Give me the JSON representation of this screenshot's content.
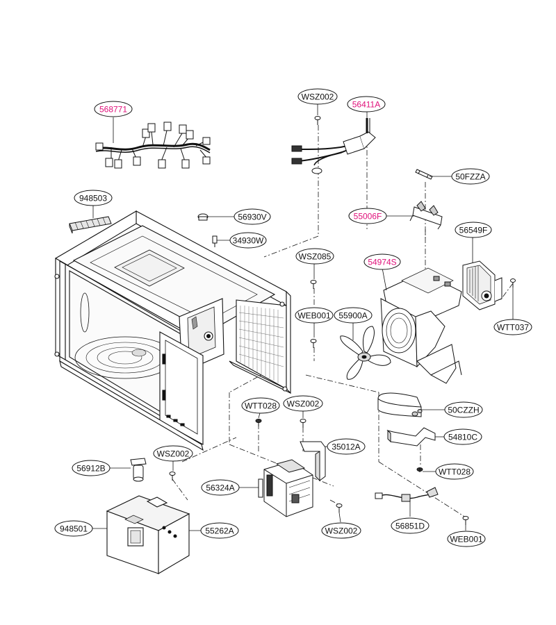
{
  "diagram": {
    "colors": {
      "line": "#111111",
      "highlight": "#e0107a",
      "fill": "#ffffff",
      "shade": "#e9e9e9",
      "dark": "#5a5a5a"
    },
    "callouts": {
      "p568771": "568771",
      "wsz002_top": "WSZ002",
      "p56411a": "56411A",
      "p50fzza": "50FZZA",
      "p948503": "948503",
      "p56930v": "56930V",
      "p55006f": "55006F",
      "p34930w": "34930W",
      "p56549f": "56549F",
      "wsz085": "WSZ085",
      "p54974s": "54974S",
      "web001_mid": "WEB001",
      "p55900a": "55900A",
      "wtt037": "WTT037",
      "wtt028_left": "WTT028",
      "wsz002_mid": "WSZ002",
      "p50czzh": "50CZZH",
      "p35012a": "35012A",
      "p54810c": "54810C",
      "p56912b": "56912B",
      "wsz002_left": "WSZ002",
      "wtt028_right": "WTT028",
      "p56324a": "56324A",
      "p948501": "948501",
      "p55262a": "55262A",
      "wsz002_bottom": "WSZ002",
      "p56851d": "56851D",
      "web001_bottom": "WEB001"
    }
  }
}
